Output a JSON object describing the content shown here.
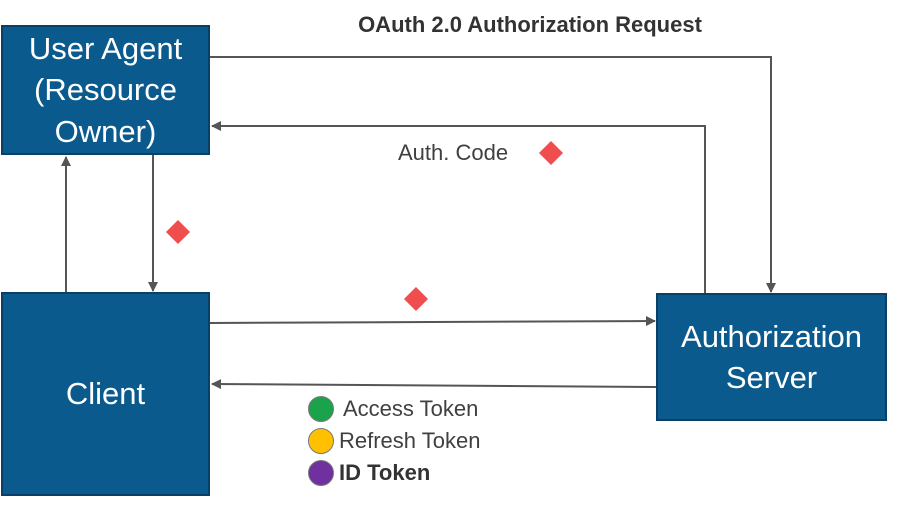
{
  "title": "OAuth 2.0 Authorization Request",
  "nodes": {
    "user_agent": {
      "line1": "User Agent",
      "line2": "(Resource",
      "line3": "Owner)"
    },
    "client": {
      "label": "Client"
    },
    "authorization_server": {
      "line1": "Authorization",
      "line2": "Server"
    }
  },
  "edges": {
    "auth_code": {
      "label": "Auth. Code"
    }
  },
  "legend": [
    {
      "label": "Access Token",
      "color": "#1aa34a"
    },
    {
      "label": "Refresh Token",
      "color": "#ffc000"
    },
    {
      "label": "ID Token",
      "color": "#7030a0"
    }
  ],
  "colors": {
    "box_fill": "#0b5a8e",
    "box_border": "#0a3f66",
    "arrow": "#555555",
    "diamond": "#f04e4e"
  }
}
